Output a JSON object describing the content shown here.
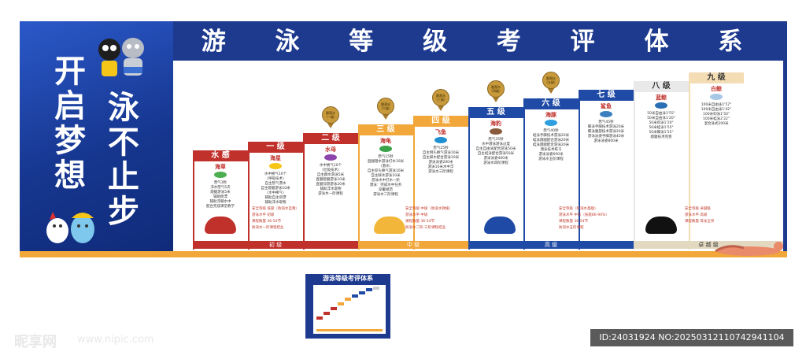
{
  "title": "游 泳 等 级 考 评 体 系",
  "slogan_left": "开启梦想",
  "slogan_right": "泳不止步",
  "steps": [
    {
      "level": "水 感",
      "name": "海草",
      "color": "#c0312b",
      "desc": "憋气3秒\n浮水憋气5次\n蹬腿游泳5米\n辅助俯漂\n辅助浮躺水中\n配合完成课堂教学"
    },
    {
      "level": "一 级",
      "name": "海星",
      "color": "#c0312b",
      "desc": "水中换气10个\n（呼吸技术）\n自主憋气漂水\n自主蹬腿游泳10米\n（水中换气）\n辅助自主仰漂\n辅助浮水取物"
    },
    {
      "level": "二 级",
      "name": "水母",
      "color": "#c0312b",
      "desc": "水中换气10个\n（吐吸技术）\n自主踢水游泳5米\n直腿蹬腿游泳10米\n直腿仰游游泳20米\n辅助浮水取物\n游泳水一阶课程"
    },
    {
      "level": "三 级",
      "name": "海龟",
      "color": "#f2a73a",
      "desc": "憋气15秒\n直腿蹬水游泳打水10米\n（潜水）\n自主仰头换气游泳10米\n自主踩水游泳10米\n游泳水中打水一阶\n潜泳：完成水中任务\n穿戴规范\n游泳水二阶课程"
    },
    {
      "level": "四 级",
      "name": "飞鱼",
      "color": "#f2a73a",
      "desc": "憋气25秒\n自主侧头换气游泳10米\n自主踩水配合游泳10米\n游泳泳姿200米\n游泳10米水中浮\n游泳水三阶课程"
    },
    {
      "level": "五 级",
      "name": "海豹",
      "color": "#1f4aa5",
      "desc": "憋气35秒\n水中潜泳游泳过度\n自主自由泳配合游泳50米\n自主蛙泳配合游泳50米\n游泳泳姿400米\n游泳水四阶课程"
    },
    {
      "level": "六 级",
      "name": "海豚",
      "color": "#1f4aa5",
      "desc": "憋气40秒\n蛙泳手脚技术游泳20米\n蛙泳蹬腿配合游泳20米\n蛙泳蹬腿配合游泳20米\n潜泳技术练习\n游泳泳姿600米\n游泳水五阶课程"
    },
    {
      "level": "七 级",
      "name": "鲨鱼",
      "color": "#1f4aa5",
      "desc": "憋气45秒\n蝶泳手脚技术游泳20米\n蝶泳腿部技术游泳20米\n游泳泳姿手脚游泳40米\n游泳泳姿800米"
    },
    {
      "level": "八 级",
      "name": "蓝鲸",
      "color": "#e9e9e9",
      "desc": "50米自由泳1'55\"\n50米自由泳1'20\"\n50米仰泳1'20\"\n50米蛙泳1'55\"\n50米蝶泳1'55\"\n蹬腿技术完善"
    },
    {
      "level": "九 级",
      "name": "白鲸",
      "color": "#f4ddb4",
      "desc": "100米自由泳1'57\"\n100米自由泳1'42\"\n100米仰泳1'50\"\n100米蛙泳2'22\"\n混合泳式200米"
    }
  ],
  "badges": [
    "跟潜水\n（一级）",
    "跟潜水\n（二级）",
    "跟潜水\n（三级）",
    "跟潜水\n（四级）",
    "跟潜水\n（五级）"
  ],
  "requirements": [
    {
      "text": "安全等级 低级（防溺水自救）\n游泳水平 初级\n课程数量 36-54节\n防溺水一阶课程结业"
    },
    {
      "text": "安全等级 中级（防溺水救援）\n游泳水平 中级\n课程数量 36-54节\n防溺水二阶-三阶课程结业"
    },
    {
      "text": "安全等级（防溺水基础）\n游泳水平 中阶（技能86-90%）\n课程数量 36-54节\n防溺水五阶课程"
    },
    {
      "text": "安全等级 卓越级\n游泳水平 高级\n课程数量 等泳五项"
    }
  ],
  "tiers": [
    {
      "label": "初 级",
      "color": "#c0312b"
    },
    {
      "label": "中 级",
      "color": "#f2a73a"
    },
    {
      "label": "高 级",
      "color": "#1f4aa5"
    },
    {
      "label": "卓 越 级",
      "color": "#e3d8c0"
    }
  ],
  "thumb_title": "游泳等级考评体系",
  "watermark_logo": "昵享网",
  "watermark_url": "www.nipic.com",
  "image_id": "ID:24031924 NO:20250312110742941104"
}
